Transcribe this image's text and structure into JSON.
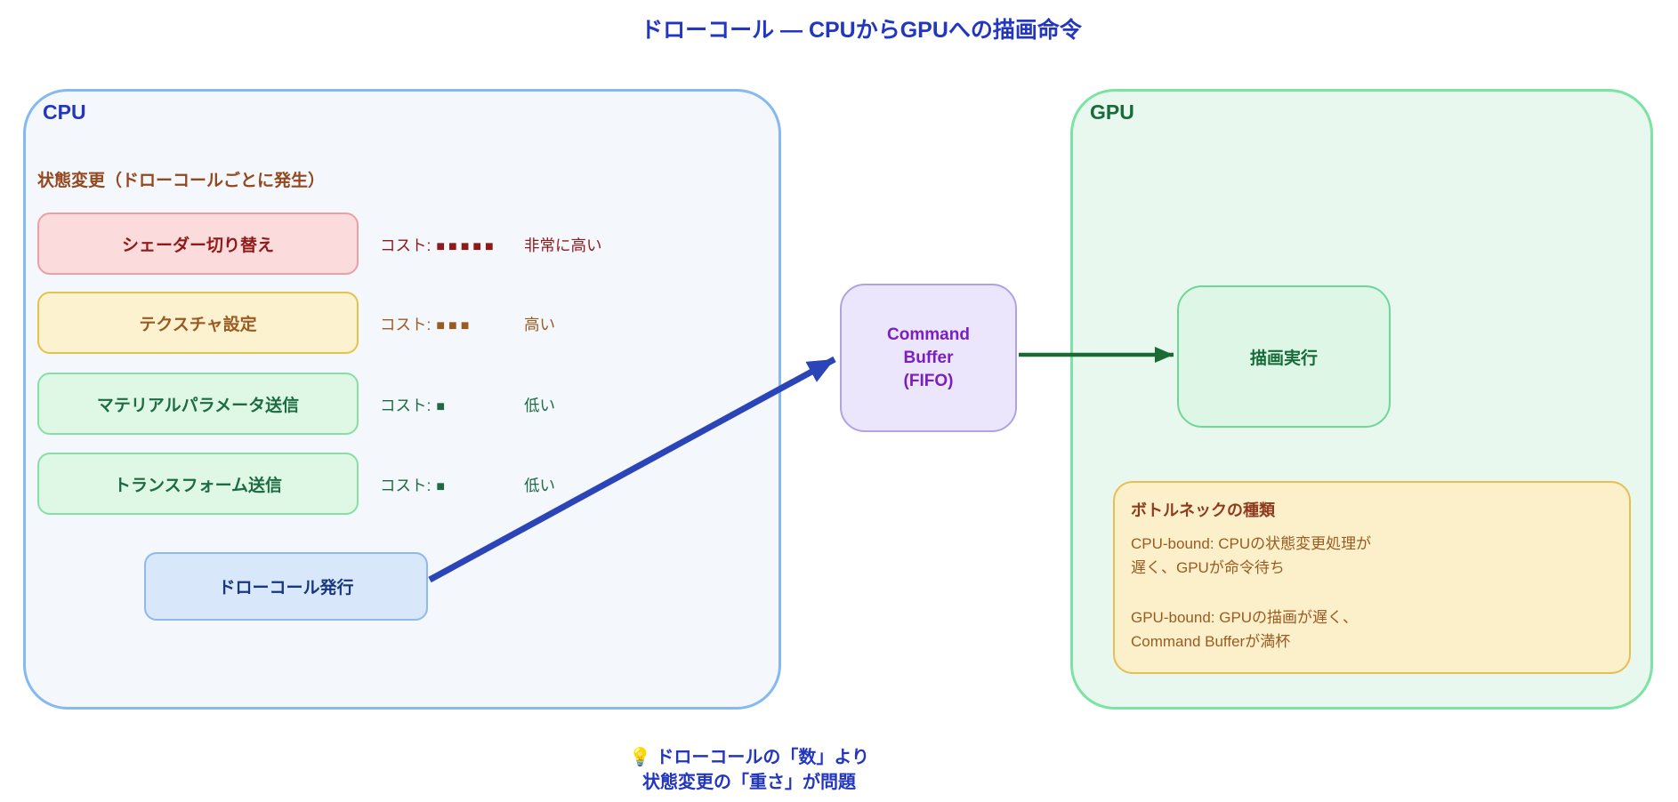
{
  "title": "ドローコール — CPUからGPUへの描画命令",
  "cpu": {
    "label": "CPU",
    "section_header": "状態変更（ドローコールごとに発生）",
    "state_changes": [
      {
        "label": "シェーダー切り替え",
        "cost_prefix": "コスト:",
        "squares": "■■■■■",
        "cost_desc": "非常に高い",
        "severity": "high"
      },
      {
        "label": "テクスチャ設定",
        "cost_prefix": "コスト:",
        "squares": "■■■",
        "cost_desc": "高い",
        "severity": "medium"
      },
      {
        "label": "マテリアルパラメータ送信",
        "cost_prefix": "コスト:",
        "squares": "■",
        "cost_desc": "低い",
        "severity": "low"
      },
      {
        "label": "トランスフォーム送信",
        "cost_prefix": "コスト:",
        "squares": "■",
        "cost_desc": "低い",
        "severity": "low"
      }
    ],
    "draw_call_box": "ドローコール発行"
  },
  "command_buffer": {
    "lines": [
      "Command",
      "Buffer",
      "(FIFO)"
    ]
  },
  "gpu": {
    "label": "GPU",
    "execute_box": "描画実行",
    "bottleneck": {
      "title": "ボトルネックの種類",
      "cpu_bound_line1": "CPU-bound: CPUの状態変更処理が",
      "cpu_bound_line2": "遅く、GPUが命令待ち",
      "gpu_bound_line1": "GPU-bound: GPUの描画が遅く、",
      "gpu_bound_line2": "Command Bufferが満杯"
    }
  },
  "note": {
    "icon": "💡",
    "line1": "ドローコールの「数」より",
    "line2": "状態変更の「重さ」が問題"
  },
  "colors": {
    "title_blue": "#2236c0",
    "brown_header": "#94481f",
    "red_dark": "#8e1a1a",
    "red_fill": "#fbdbdb",
    "red_border": "#e9a1a6",
    "yellow_fill": "#fcf2cf",
    "yellow_border": "#e4c24e",
    "brown_text": "#9a5b22",
    "green_fill": "#dff8e6",
    "green_border": "#88dfa5",
    "green_text": "#1d6c41",
    "blue_fill": "#d8e7f9",
    "blue_border": "#8fb9ea",
    "blue_text": "#17377e",
    "purple_fill": "#ebe6fb",
    "purple_border": "#afa3e3",
    "purple_text": "#7a1fc0",
    "cpu_fill": "#f4f7fb",
    "cpu_border": "#85b9f2",
    "gpu_fill": "#e9f8ef",
    "gpu_border": "#7be3a3",
    "gpu_label": "#176b3a",
    "exec_fill": "#def6e5",
    "exec_border": "#6fd795",
    "bottleneck_fill": "#fcf0ca",
    "bottleneck_border": "#e5be55",
    "bottleneck_title": "#8e3a1e",
    "arrow_blue": "#2b44b8",
    "arrow_green": "#1a6b33"
  }
}
